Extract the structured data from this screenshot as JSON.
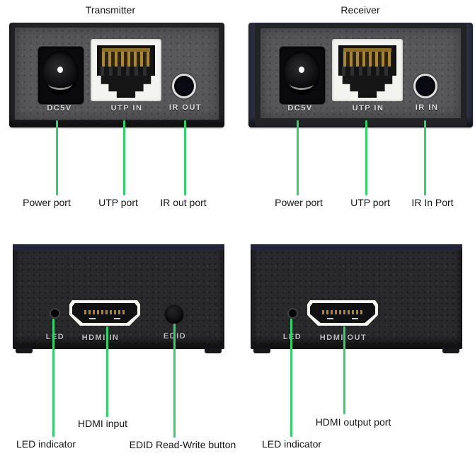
{
  "transmitter": {
    "title": "Transmitter",
    "rear": {
      "dc_label": "DC5V",
      "utp_label": "UTP IN",
      "ir_label": "IR OUT",
      "callouts": {
        "power": "Power port",
        "utp": "UTP port",
        "ir": "IR out port"
      }
    },
    "front": {
      "led_label": "LED",
      "hdmi_label": "HDMI IN",
      "edid_label": "EDID",
      "callouts": {
        "led": "LED indicator",
        "hdmi": "HDMI input",
        "edid": "EDID Read-Write button"
      }
    }
  },
  "receiver": {
    "title": "Receiver",
    "rear": {
      "dc_label": "DC5V",
      "utp_label": "UTP IN",
      "ir_label": "IR IN",
      "callouts": {
        "power": "Power port",
        "utp": "UTP port",
        "ir": "IR In Port"
      }
    },
    "front": {
      "led_label": "LED",
      "hdmi_label": "HDMI OUT",
      "callouts": {
        "led": "LED indicator",
        "hdmi": "HDMI output port"
      }
    }
  },
  "colors": {
    "callout_line_green": "#2fd36b",
    "rear_panel_gray": "#58585b",
    "front_panel_black": "#29292b",
    "receiver_case_navy": "#2c2e44",
    "background": "#ffffff"
  }
}
